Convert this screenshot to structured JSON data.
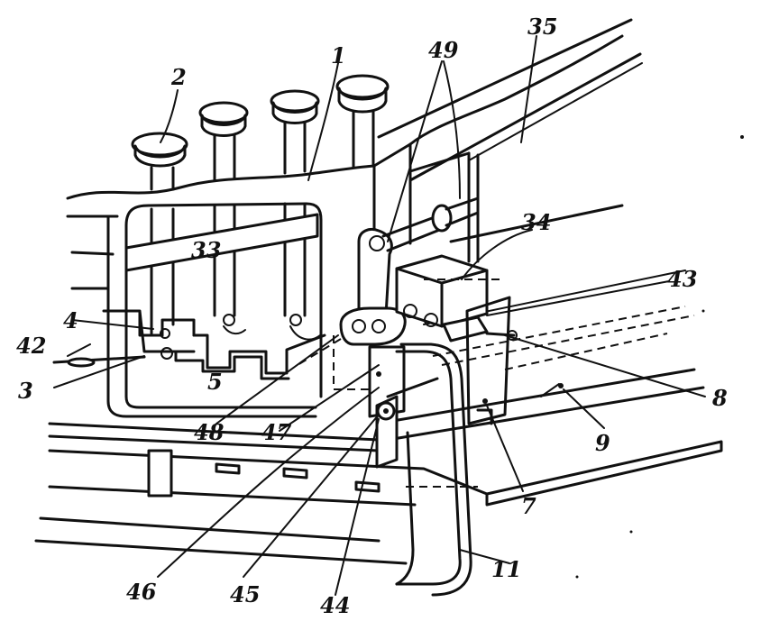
{
  "figure": {
    "labels": {
      "l1": "1",
      "l2": "2",
      "l3": "3",
      "l4": "4",
      "l5": "5",
      "l7": "7",
      "l8": "8",
      "l9": "9",
      "l11": "11",
      "l33": "33",
      "l34": "34",
      "l35": "35",
      "l42": "42",
      "l43": "43",
      "l44": "44",
      "l45": "45",
      "l46": "46",
      "l47": "47",
      "l48": "48",
      "l49": "49"
    }
  }
}
